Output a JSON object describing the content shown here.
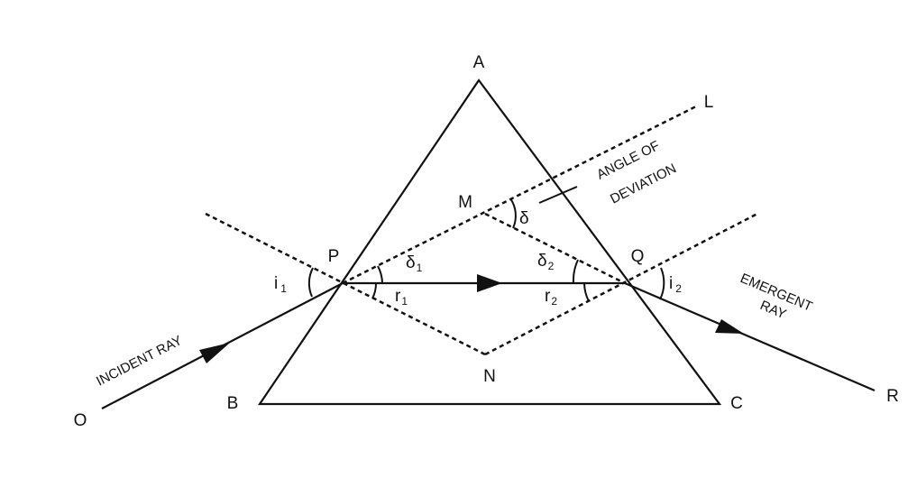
{
  "points": {
    "A": "A",
    "B": "B",
    "C": "C",
    "P": "P",
    "Q": "Q",
    "M": "M",
    "N": "N",
    "O": "O",
    "L": "L",
    "R": "R"
  },
  "angles": {
    "i1": {
      "base": "i",
      "sub": "1"
    },
    "i2": {
      "base": "i",
      "sub": "2"
    },
    "r1": {
      "base": "r",
      "sub": "1"
    },
    "r2": {
      "base": "r",
      "sub": "2"
    },
    "d1": {
      "base": "δ",
      "sub": "1"
    },
    "d2": {
      "base": "δ",
      "sub": "2"
    },
    "delta": "δ"
  },
  "captions": {
    "incident": "INCIDENT RAY",
    "emergent_1": "EMERGENT",
    "emergent_2": "RAY",
    "deviation_1": "ANGLE OF",
    "deviation_2": "DEVIATION"
  }
}
